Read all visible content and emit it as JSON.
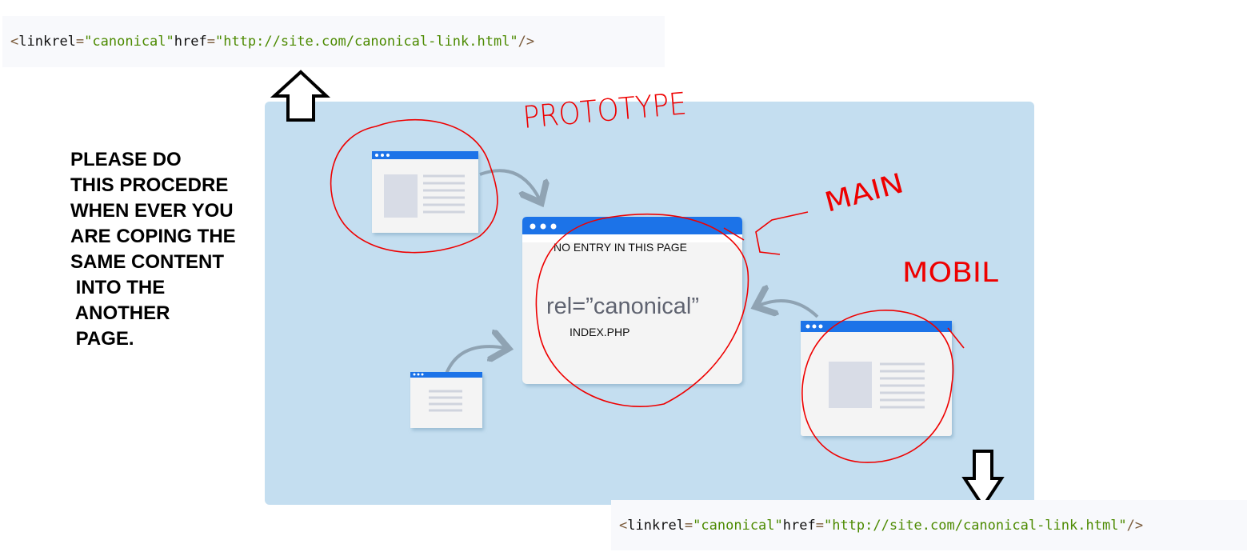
{
  "code_snippet": {
    "tag_open": "<",
    "tag_name": "link",
    "attr1": "rel",
    "eq": "=",
    "val1": "\"canonical\"",
    "attr2": "href",
    "val2": "\"http://site.com/canonical-link.html\"",
    "tag_close": "/>"
  },
  "note_lines": [
    "PLEASE DO",
    "THIS PROCEDRE",
    "WHEN EVER YOU",
    "ARE COPING THE",
    "SAME CONTENT",
    " INTO THE",
    " ANOTHER",
    " PAGE."
  ],
  "main_window": {
    "header": "NO ENTRY IN THIS PAGE",
    "title": "rel=”canonical”",
    "file": "INDEX.PHP"
  },
  "handwritten": {
    "prototype": "PROTOTYPE",
    "main": "MAIN",
    "mobile": "MOBIL"
  },
  "colors": {
    "panel": "#c4def0",
    "window_bar": "#1a73e8",
    "annotation": "#e00000"
  }
}
